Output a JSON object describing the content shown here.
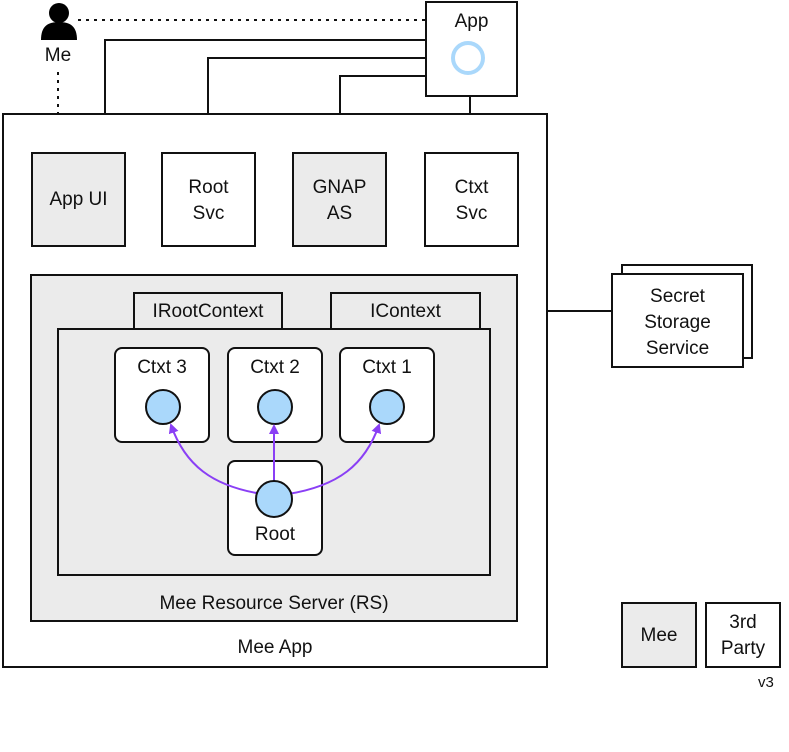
{
  "person": {
    "label": "Me"
  },
  "app": {
    "label": "App"
  },
  "mee_app": {
    "label": "Mee App"
  },
  "services": {
    "app_ui": "App UI",
    "root_svc": "Root\nSvc",
    "gnap_as": "GNAP\nAS",
    "ctxt_svc": "Ctxt\nSvc"
  },
  "resource_server": {
    "label": "Mee Resource Server (RS)",
    "iroot_context": "IRootContext",
    "icontext": "IContext",
    "contexts": [
      "Ctxt 3",
      "Ctxt 2",
      "Ctxt 1"
    ],
    "root": "Root"
  },
  "secret_storage": {
    "label": "Secret\nStorage\nService"
  },
  "legend": {
    "mee": "Mee",
    "third_party": "3rd\nParty"
  },
  "version": "v3",
  "colors": {
    "mee_fill": "#ebebeb",
    "third_party_fill": "#ffffff",
    "node_fill": "#aad8fb",
    "arrow": "#8a3ff5",
    "app_ring": "#aad8fb"
  }
}
